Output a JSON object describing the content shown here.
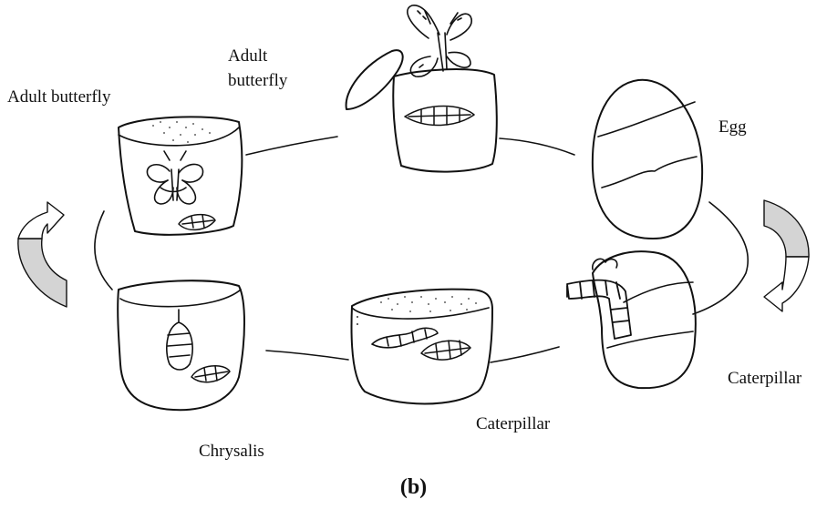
{
  "labels": {
    "adult_butterfly_left": "Adult butterfly",
    "adult_butterfly_top": "Adult butterfly",
    "egg": "Egg",
    "caterpillar_right": "Caterpillar",
    "caterpillar_bottom": "Caterpillar",
    "chrysalis": "Chrysalis"
  },
  "caption": "(b)",
  "stages": [
    "adult-butterfly-emerging",
    "egg",
    "caterpillar-hatching",
    "caterpillar-in-jar",
    "chrysalis",
    "adult-butterfly-in-jar"
  ],
  "colors": {
    "ink": "#111111",
    "arrow_fill": "#d4d4d4",
    "background": "#ffffff"
  }
}
